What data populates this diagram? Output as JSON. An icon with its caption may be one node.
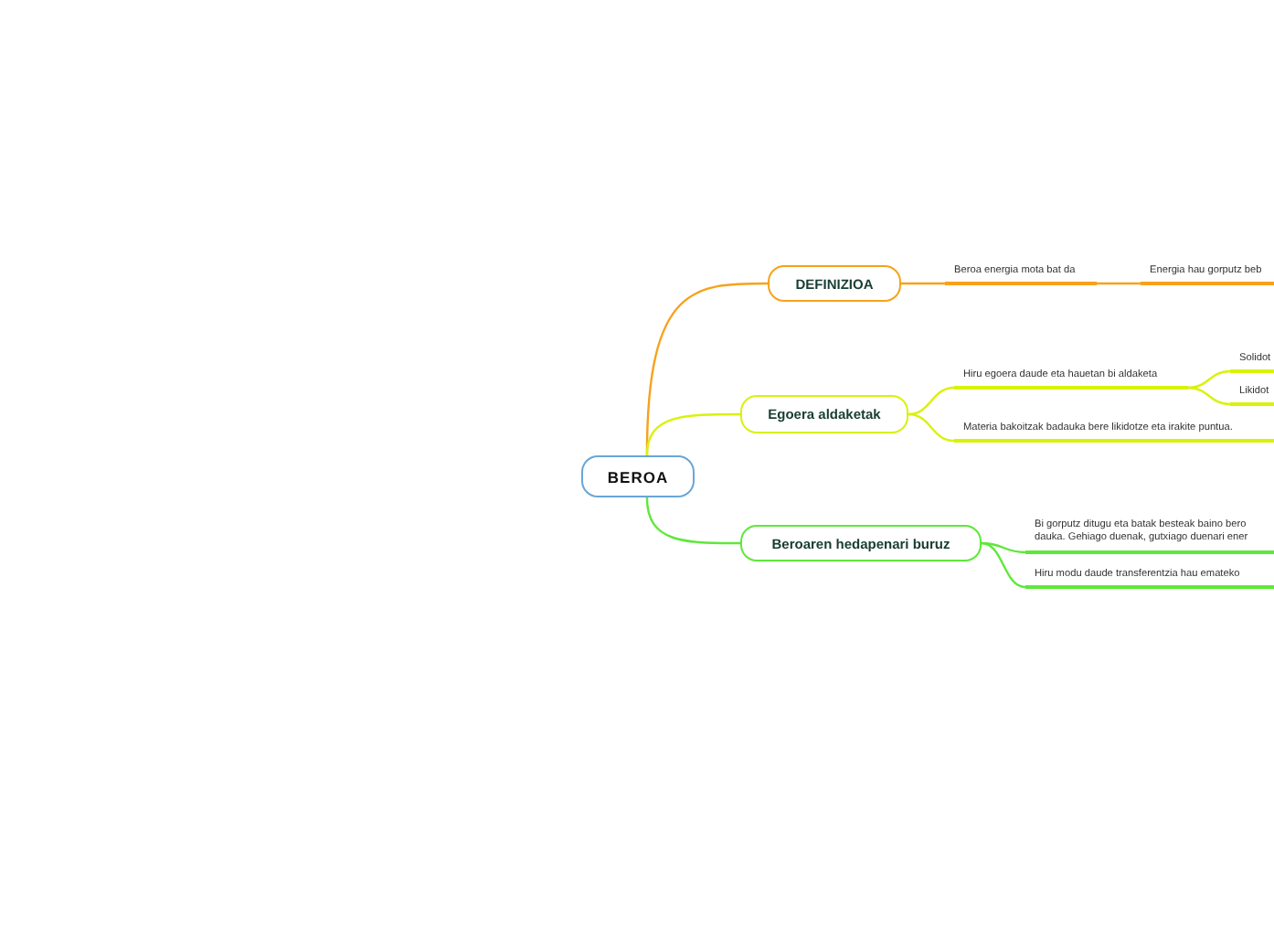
{
  "diagram": {
    "nodes": [
      {
        "text": [
          "BEROA"
        ]
      },
      {
        "text": [
          "DEFINIZIOA"
        ]
      },
      {
        "text": [
          "Egoera aldaketak"
        ]
      },
      {
        "text": [
          "Beroaren hedapenari buruz"
        ]
      },
      {
        "text": [
          "Beroa energia mota bat da"
        ]
      },
      {
        "text": [
          "Energia hau gorputz beb"
        ]
      },
      {
        "text": [
          "Hiru egoera daude eta hauetan bi aldaketa"
        ]
      },
      {
        "text": [
          "Solidot"
        ]
      },
      {
        "text": [
          "Likidot"
        ]
      },
      {
        "text": [
          "Materia bakoitzak badauka bere likidotze eta irakite puntua."
        ]
      },
      {
        "text": [
          "Bi gorputz ditugu eta batak besteak baino bero dauka. Gehiago duenak, gutxiago duenari ener"
        ]
      },
      {
        "text": [
          "Hiru modu daude transferentzia hau emateko"
        ]
      }
    ],
    "edges": [
      {
        "from": 0,
        "to": 1,
        "arrow": "none",
        "color": "#f7a21b"
      },
      {
        "from": 0,
        "to": 2,
        "arrow": "none"
      },
      {
        "from": 0,
        "to": 3,
        "arrow": "none",
        "color": "#5ee83a"
      },
      {
        "from": 1,
        "to": 4,
        "arrow": "none",
        "color": "#f7a21b"
      },
      {
        "from": 4,
        "to": 5,
        "arrow": "none",
        "color": "#f7a21b"
      },
      {
        "from": 2,
        "to": 6,
        "arrow": "none"
      },
      {
        "from": 6,
        "to": 7,
        "arrow": "none"
      },
      {
        "from": 6,
        "to": 8,
        "arrow": "none"
      },
      {
        "from": 2,
        "to": 9,
        "arrow": "none"
      },
      {
        "from": 3,
        "to": 10,
        "arrow": "none",
        "color": "#5ee83a"
      },
      {
        "from": 3,
        "to": 11,
        "arrow": "none",
        "color": "#5ee83a"
      }
    ]
  }
}
